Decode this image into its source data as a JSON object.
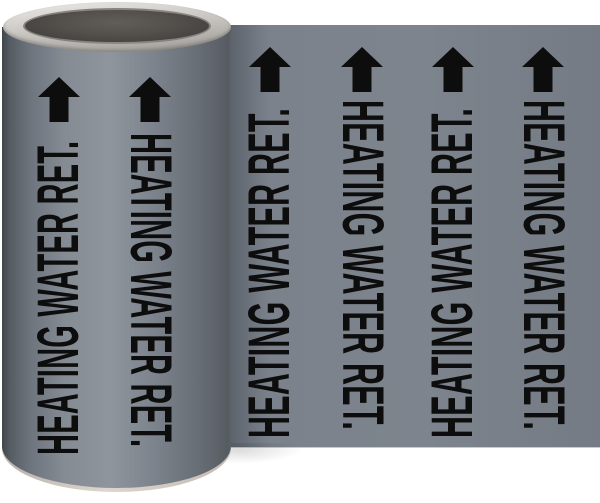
{
  "scene": {
    "description": "Roll of gray self-adhesive pipe marker tape partially unrolled to the right",
    "background_color": "#ffffff"
  },
  "legend": {
    "text": "HEATING WATER RET.",
    "text_color": "#0d0d0d",
    "flat_repeats": 4,
    "roll_repeats": 2,
    "orientation_pattern": "alternating bottom-to-top and top-to-bottom columns"
  },
  "arrow": {
    "icon": "up-arrow-icon",
    "color": "#0d0d0d",
    "count": 6
  },
  "colors": {
    "tape_gray": "#7b828b",
    "roll_highlight": "#8e959d",
    "roll_shadow_edge": "#41464d",
    "top_rim_light": "#d9d6d2",
    "core_dark": "#4a4643",
    "bottom_rim": "#d5cec6"
  }
}
